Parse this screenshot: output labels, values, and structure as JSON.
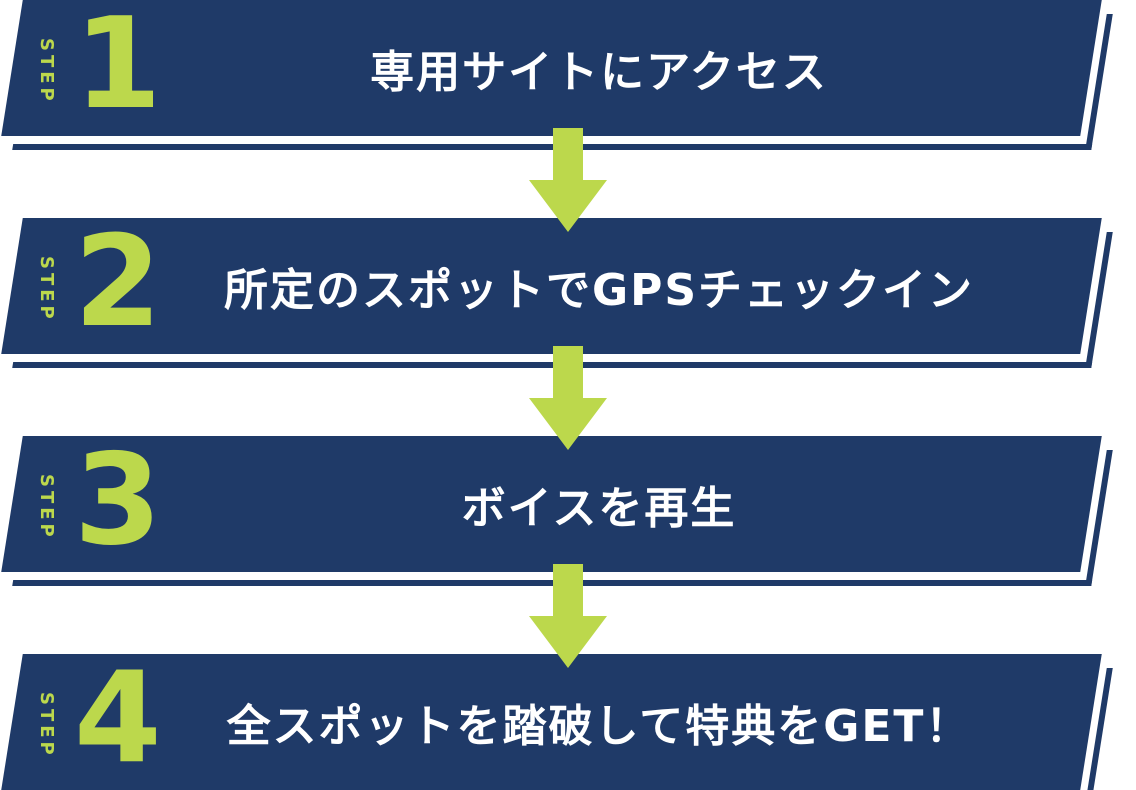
{
  "colors": {
    "navy": "#1f3a68",
    "lime": "#bcd84c",
    "background": "#ffffff",
    "title_text": "#ffffff"
  },
  "steps": [
    {
      "step_label": "STEP",
      "number": "1",
      "title": "専用サイトにアクセス"
    },
    {
      "step_label": "STEP",
      "number": "2",
      "title": "所定のスポットでGPSチェックイン"
    },
    {
      "step_label": "STEP",
      "number": "3",
      "title": "ボイスを再生"
    },
    {
      "step_label": "STEP",
      "number": "4",
      "title": "全スポットを踏破して特典をGET！"
    }
  ],
  "icons": {
    "between_steps": "down-arrow-icon"
  }
}
